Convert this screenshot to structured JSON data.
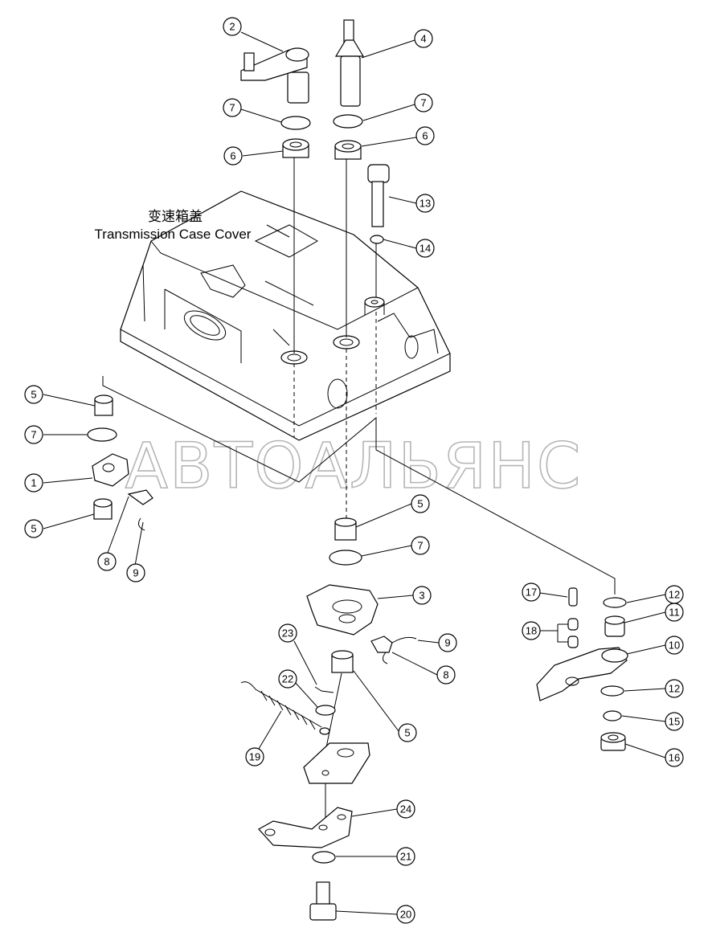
{
  "title_cn": "变速箱盖",
  "title_en": "Transmission Case Cover",
  "watermark": "АВТОАЛЬЯНС",
  "callouts": [
    "2",
    "4",
    "7",
    "7",
    "6",
    "6",
    "13",
    "14",
    "5",
    "7",
    "1",
    "5",
    "8",
    "9",
    "5",
    "7",
    "3",
    "9",
    "8",
    "23",
    "22",
    "5",
    "19",
    "24",
    "21",
    "20",
    "17",
    "18",
    "12",
    "11",
    "10",
    "12",
    "15",
    "16"
  ]
}
